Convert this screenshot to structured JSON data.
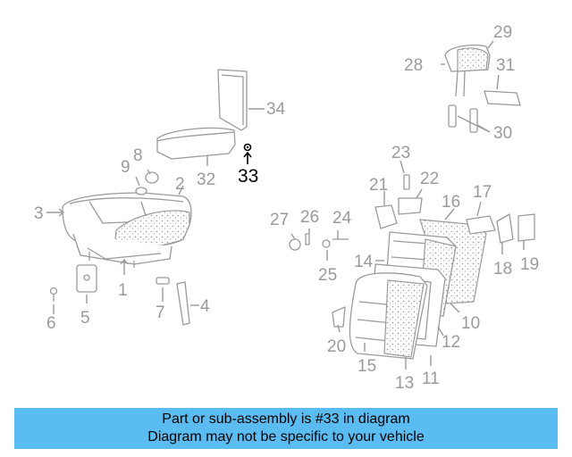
{
  "diagram": {
    "callouts": [
      "1",
      "2",
      "3",
      "4",
      "5",
      "6",
      "7",
      "8",
      "9",
      "10",
      "11",
      "12",
      "13",
      "14",
      "15",
      "16",
      "17",
      "18",
      "19",
      "20",
      "21",
      "22",
      "23",
      "24",
      "25",
      "26",
      "27",
      "28",
      "29",
      "30",
      "31",
      "32",
      "33",
      "34"
    ],
    "highlighted_callout": "33"
  },
  "banner": {
    "line1": "Part or sub-assembly is #33 in diagram",
    "line2": "Diagram may not be specific to your vehicle"
  },
  "colors": {
    "banner_background": "#5bbcf2",
    "line_art": "#9a9a9a",
    "highlight": "#000000"
  }
}
